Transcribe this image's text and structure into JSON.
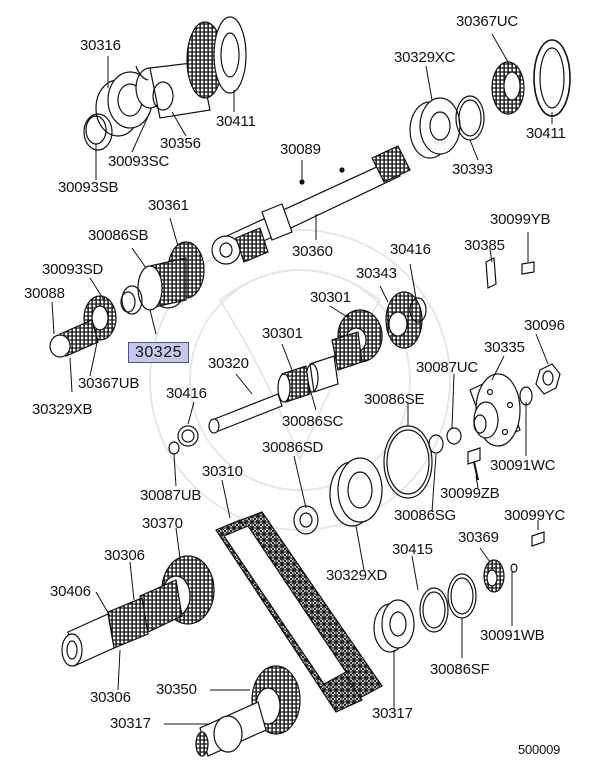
{
  "diagram": {
    "highlight_color": "#c6c8ea",
    "highlight_border": "#4b4ea0",
    "line_color": "#111111",
    "labels": {
      "p30316": "30316",
      "p30411a": "30411",
      "p30356": "30356",
      "p30093sc": "30093SC",
      "p30093sb": "30093SB",
      "p30367uc": "30367UC",
      "p30329xc": "30329XC",
      "p30411b": "30411",
      "p30393": "30393",
      "p30089": "30089",
      "p30360": "30360",
      "p30361": "30361",
      "p30086sb": "30086SB",
      "p30093sd": "30093SD",
      "p30088": "30088",
      "p30325": "30325",
      "p30367ub": "30367UB",
      "p30329xb": "30329XB",
      "p30099yb": "30099YB",
      "p30385": "30385",
      "p30416a": "30416",
      "p30343": "30343",
      "p30301a": "30301",
      "p30301b": "30301",
      "p30096": "30096",
      "p30335": "30335",
      "p30087uc": "30087UC",
      "p30320": "30320",
      "p30416b": "30416",
      "p30086sc": "30086SC",
      "p30086se": "30086SE",
      "p30086sd": "30086SD",
      "p30091wc": "30091WC",
      "p30087ub": "30087UB",
      "p30099zb": "30099ZB",
      "p30310": "30310",
      "p30086sg": "30086SG",
      "p30099yc": "30099YC",
      "p30370": "30370",
      "p30306a": "30306",
      "p30415": "30415",
      "p30369": "30369",
      "p30329xd": "30329XD",
      "p30406": "30406",
      "p30091wb": "30091WB",
      "p30086sf": "30086SF",
      "p30306b": "30306",
      "p30350": "30350",
      "p30317a": "30317",
      "p30317b": "30317",
      "code": "500009"
    }
  }
}
